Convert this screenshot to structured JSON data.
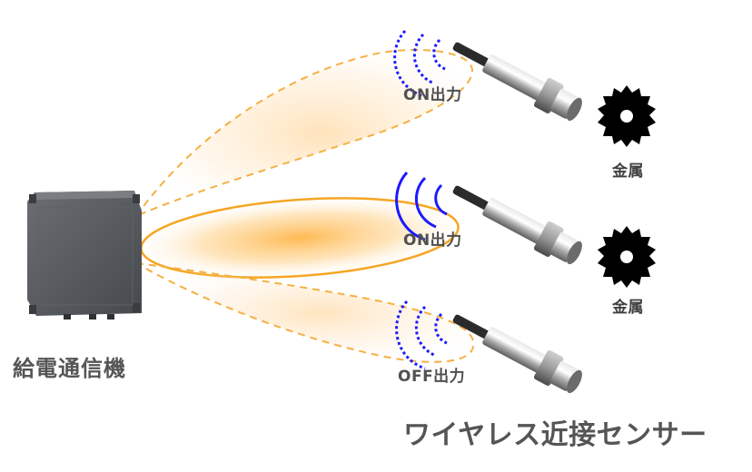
{
  "transmitter": {
    "label": "給電通信機",
    "icon": "transmitter-box"
  },
  "sensors": [
    {
      "output_label": "ON出力",
      "state": "on",
      "wave_style": "dotted",
      "wave_color": "#1a1aff"
    },
    {
      "output_label": "ON出力",
      "state": "on",
      "wave_style": "solid",
      "wave_color": "#1a1aff"
    },
    {
      "output_label": "OFF出力",
      "state": "off",
      "wave_style": "dotted",
      "wave_color": "#1a1aff"
    }
  ],
  "metals": [
    {
      "label": "金属"
    },
    {
      "label": "金属"
    }
  ],
  "sensor_title": "ワイヤレス近接センサー",
  "colors": {
    "beam_active": "#f5a623",
    "beam_inactive": "#f5c27a",
    "glow": "#ffb84d",
    "transmitter_body": "#55585c",
    "wave": "#1a1aff",
    "text": "#4d4d4d"
  }
}
